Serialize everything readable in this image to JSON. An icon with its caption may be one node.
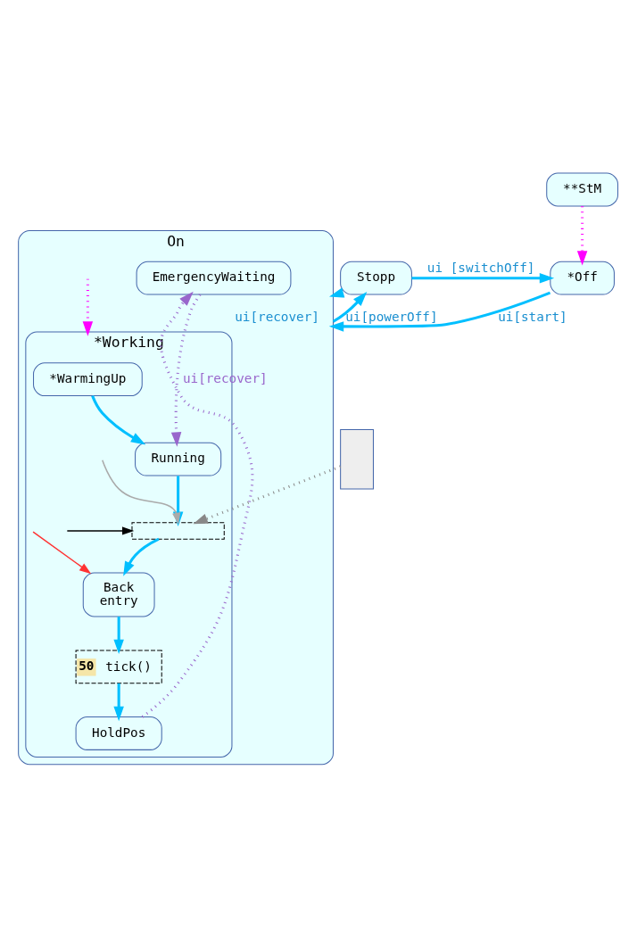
{
  "diagram": {
    "nodes": [
      {
        "text": [
          "**StM"
        ]
      },
      {
        "text": [
          "*Off"
        ]
      },
      {
        "text": [
          "Stopp"
        ]
      },
      {
        "text": [
          "On"
        ]
      },
      {
        "text": [
          "*Working"
        ],
        "in": 3
      },
      {
        "text": [
          "*WarmingUp"
        ],
        "in": 4
      },
      {
        "text": [
          "Running"
        ],
        "in": 4
      },
      {
        "text": [],
        "shape": "box",
        "in": 4
      },
      {
        "text": [
          "Back",
          "entry"
        ],
        "in": 4
      },
      {
        "text": [
          "50",
          "tick()"
        ],
        "in": 4
      },
      {
        "text": [
          "HoldPos"
        ],
        "in": 4
      },
      {
        "text": [
          "EmergencyWaiting"
        ],
        "in": 3
      },
      {
        "text": [],
        "shape": "box"
      }
    ],
    "edges": [
      {
        "from": 0,
        "to": 1,
        "arrow": "to",
        "style": "dashed",
        "color": "#ff00ff"
      },
      {
        "from": 2,
        "to": 1,
        "arrow": "to",
        "label": "ui [switchOff]"
      },
      {
        "from": 1,
        "to": 3,
        "arrow": "to",
        "label": "ui[start]"
      },
      {
        "from": 3,
        "to": 2,
        "arrow": "to",
        "label": "ui[powerOff]"
      },
      {
        "from": 2,
        "to": 3,
        "arrow": "to",
        "label": "ui[recover]"
      },
      {
        "from": null,
        "to": 4,
        "arrow": "to",
        "style": "dashed",
        "color": "#ff00ff"
      },
      {
        "from": 5,
        "to": 6,
        "arrow": "to"
      },
      {
        "from": 6,
        "to": 7,
        "arrow": "to"
      },
      {
        "from": 7,
        "to": 8,
        "arrow": "to"
      },
      {
        "from": 8,
        "to": 9,
        "arrow": "to"
      },
      {
        "from": 9,
        "to": 10,
        "arrow": "to"
      },
      {
        "from": 10,
        "to": 11,
        "arrow": "to",
        "style": "dashed",
        "color": "#9966cc"
      },
      {
        "from": 11,
        "to": 6,
        "arrow": "to",
        "label": "ui[recover]",
        "style": "dashed",
        "color": "#9966cc"
      },
      {
        "from": 12,
        "to": 7,
        "arrow": "to",
        "style": "dashed",
        "color": "#888888"
      },
      {
        "from": null,
        "to": 7,
        "arrow": "to",
        "color": "#aaaaaa"
      },
      {
        "from": null,
        "to": 7,
        "arrow": "to",
        "color": "#000000"
      },
      {
        "from": null,
        "to": 8,
        "arrow": "to",
        "color": "#ff3333"
      }
    ]
  }
}
